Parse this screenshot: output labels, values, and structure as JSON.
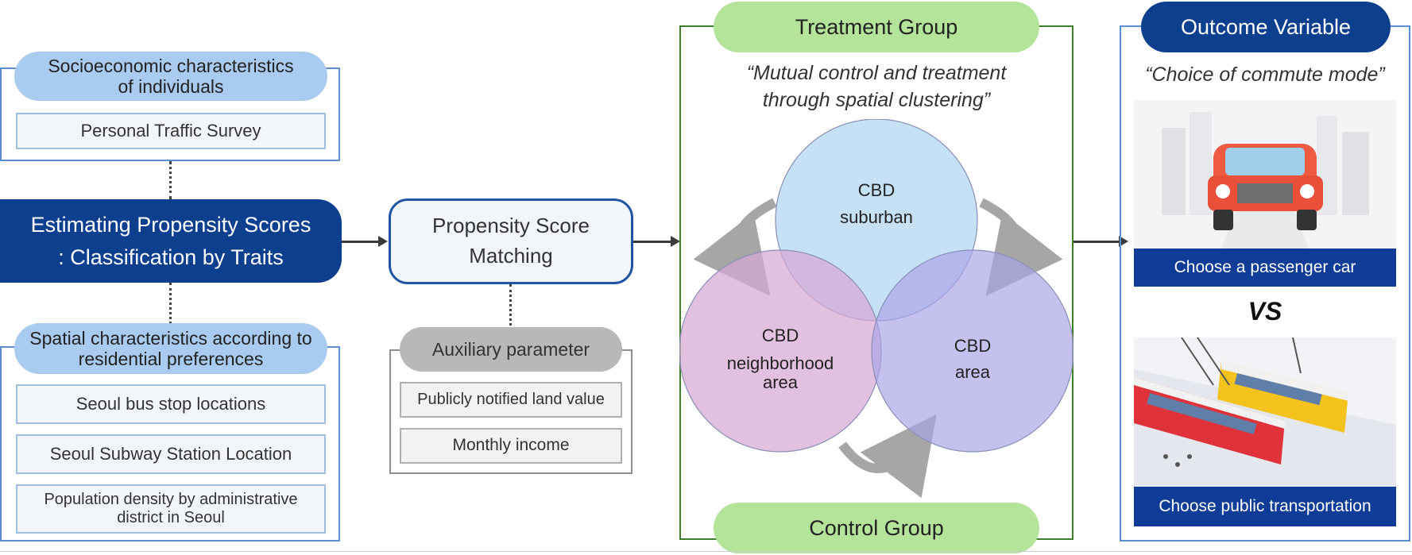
{
  "left": {
    "socio_header": "Socioeconomic characteristics of individuals",
    "socio_items": [
      "Personal Traffic Survey"
    ],
    "estimating_title_line1": "Estimating Propensity Scores",
    "estimating_title_line2": ": Classification by Traits",
    "spatial_header": "Spatial characteristics according to residential preferences",
    "spatial_items": [
      "Seoul bus stop locations",
      "Seoul Subway Station Location",
      "Population density by administrative district in Seoul"
    ]
  },
  "middle": {
    "psm_line1": "Propensity Score",
    "psm_line2": "Matching",
    "aux_header": "Auxiliary parameter",
    "aux_items": [
      "Publicly notified land value",
      "Monthly income"
    ]
  },
  "center": {
    "treatment_label": "Treatment Group",
    "control_label": "Control Group",
    "quote_line1": "“Mutual control and treatment",
    "quote_line2": "through spatial clustering”",
    "circles": {
      "suburban_line1": "CBD",
      "suburban_line2": "suburban",
      "neighborhood_line1": "CBD",
      "neighborhood_line2": "neighborhood",
      "neighborhood_line3": "area",
      "area_line1": "CBD",
      "area_line2": "area"
    }
  },
  "right": {
    "outcome_header": "Outcome Variable",
    "quote": "“Choice of commute mode”",
    "car_caption": "Choose a passenger car",
    "vs": "VS",
    "transit_caption": "Choose public transportation"
  },
  "colors": {
    "navy": "#0d3f8f",
    "light_blue_pill": "#a9cbef",
    "green_pill": "#b4e39a",
    "gray_pill": "#b8b8b8",
    "caption_blue": "#0e3c96"
  }
}
